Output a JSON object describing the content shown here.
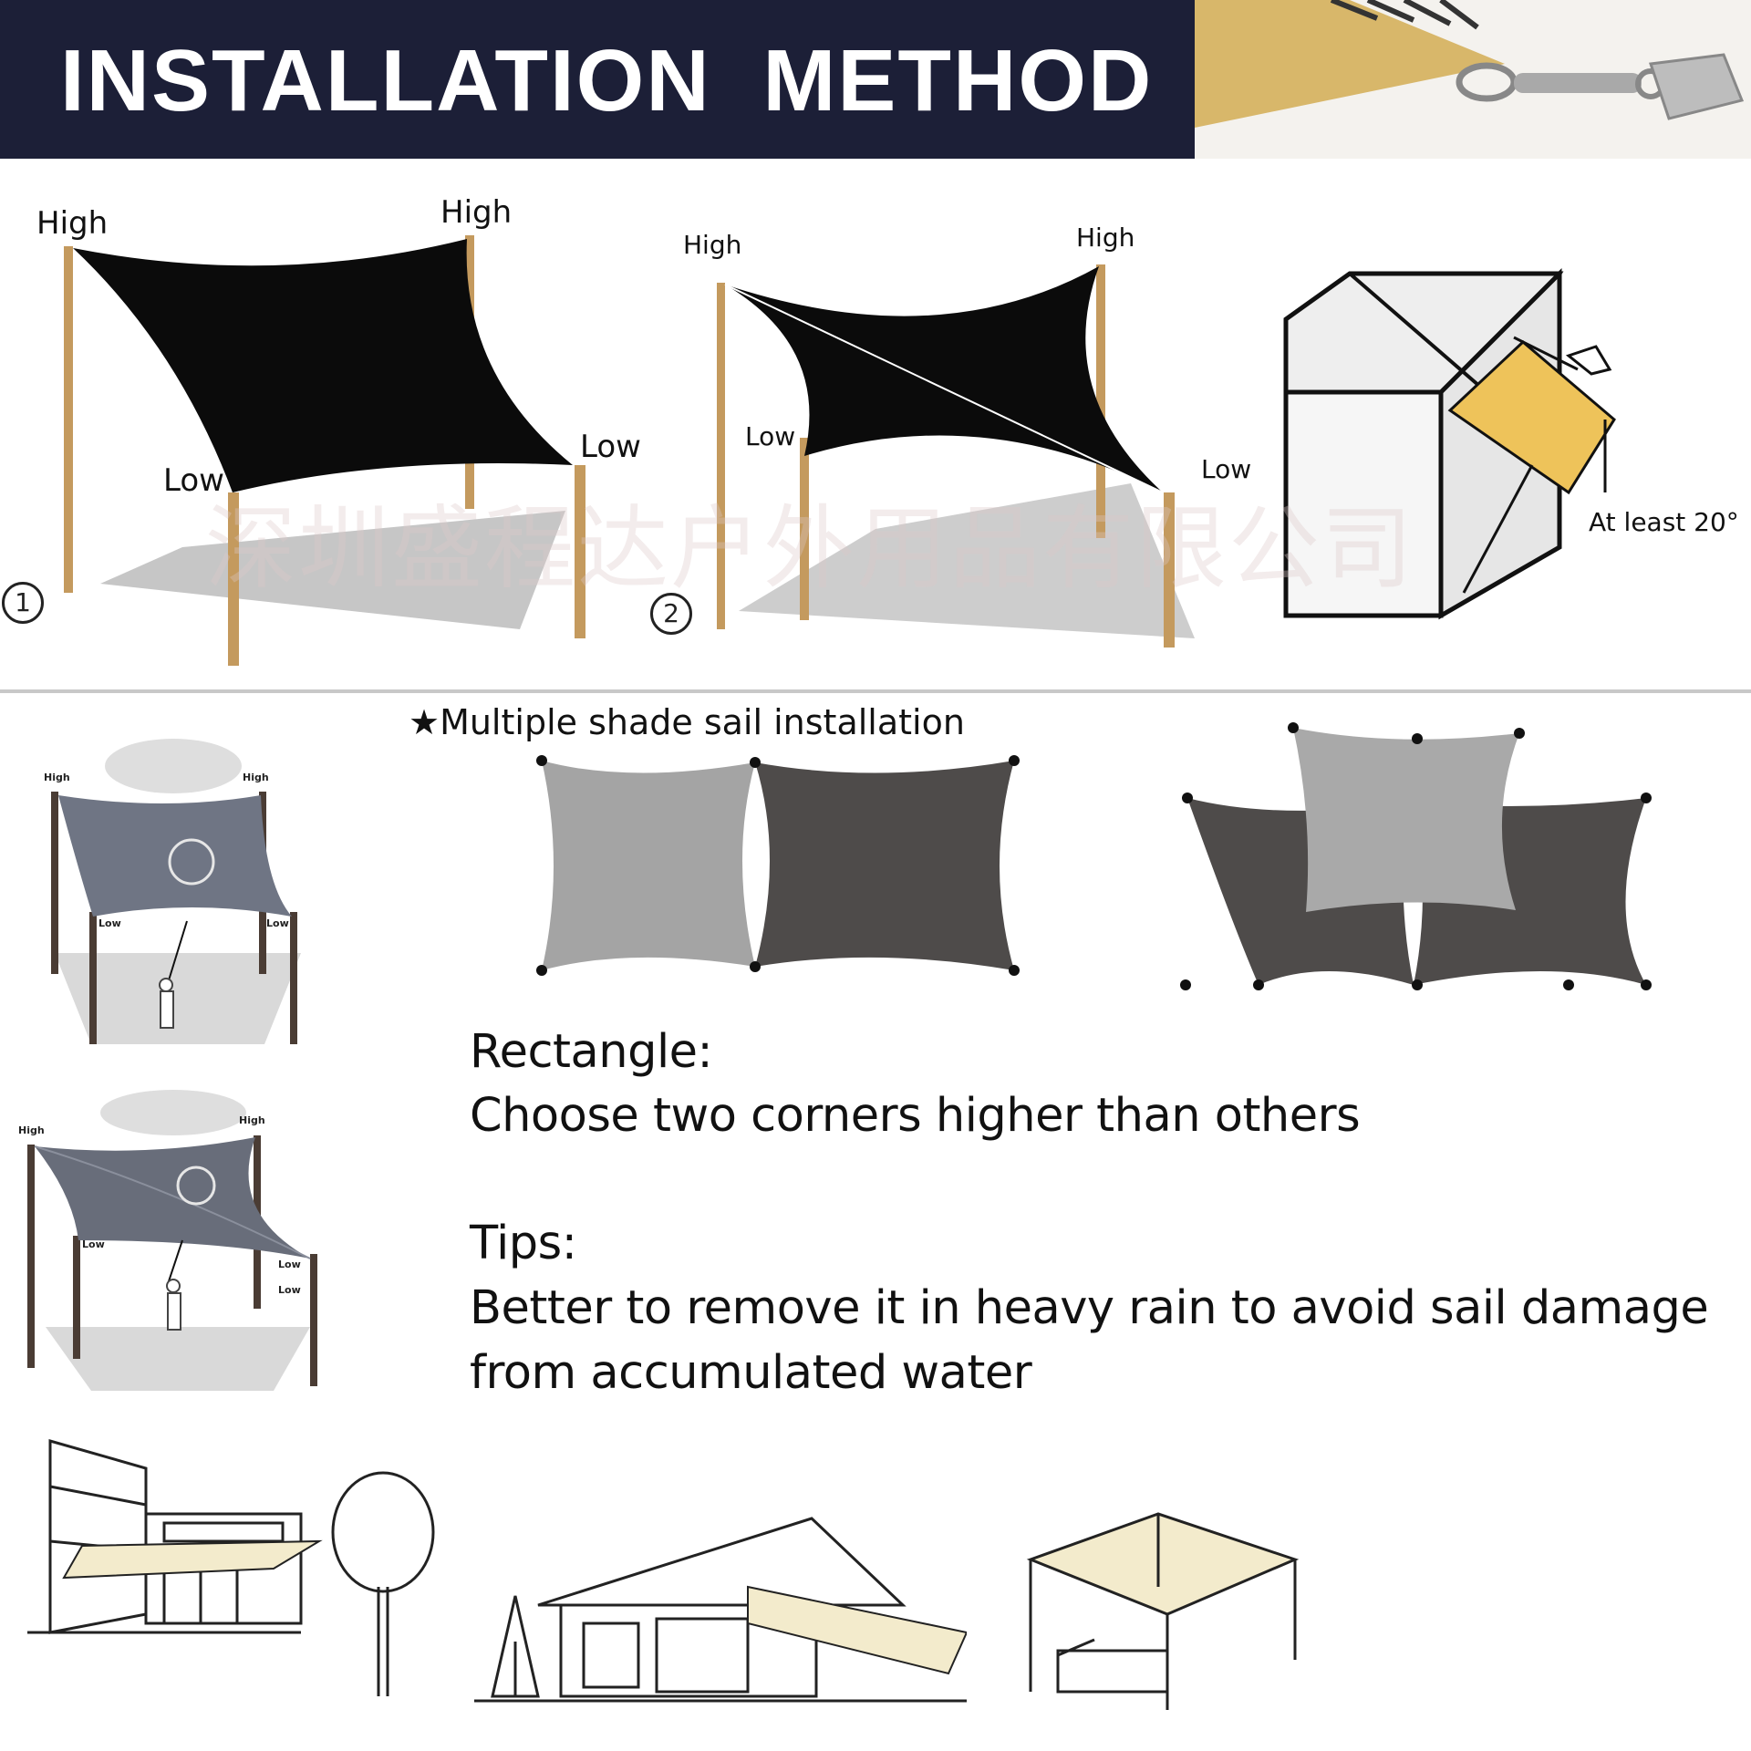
{
  "header": {
    "title": "INSTALLATION METHOD",
    "accent_color": "#1c1f37",
    "sail_color": "#d8b76a"
  },
  "diagram_1": {
    "number": "1",
    "high_left": "High",
    "high_right": "High",
    "low_left": "Low",
    "low_right": "Low"
  },
  "diagram_2": {
    "number": "2",
    "high_left": "High",
    "high_right": "High",
    "low_left": "Low",
    "low_right": "Low"
  },
  "diagram_3": {
    "angle_label": "At least 20°"
  },
  "watermark": "深圳盛程达户外用品有限公司",
  "multi": {
    "heading": "★Multiple shade sail installation"
  },
  "photo_1": {
    "high_left": "High",
    "high_right": "High",
    "low_left": "Low",
    "low_right": "Low"
  },
  "photo_2": {
    "high_left": "High",
    "high_right": "High",
    "low_left": "Low",
    "low_right_1": "Low",
    "low_right_2": "Low"
  },
  "text": {
    "rectangle_title": "Rectangle:",
    "rectangle_body": "Choose two corners higher than others",
    "tips_title": "Tips:",
    "tips_line1": "Better to remove it in heavy rain to avoid sail damage",
    "tips_line2": "from accumulated water"
  }
}
